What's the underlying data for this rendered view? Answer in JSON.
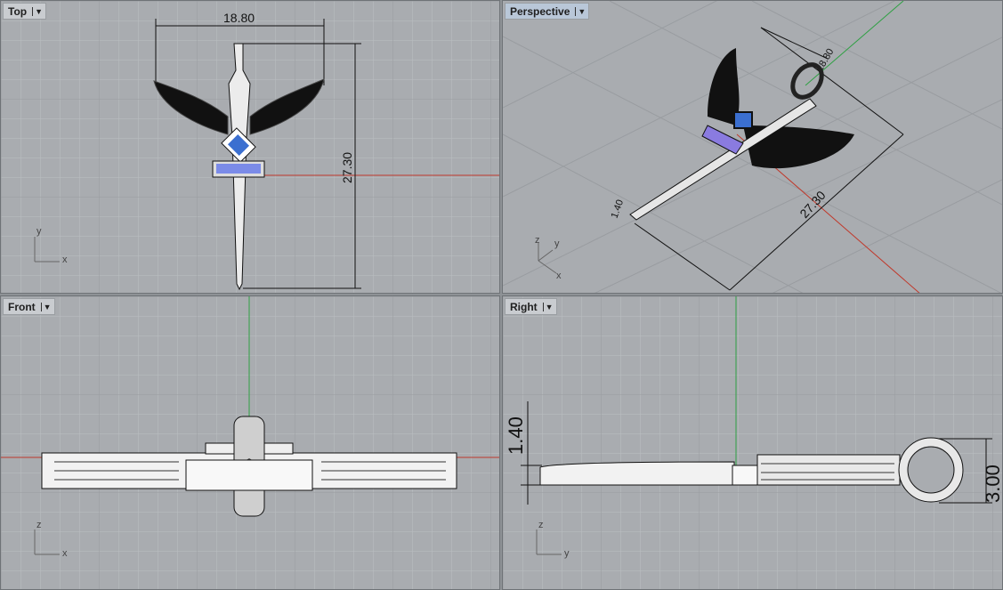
{
  "viewports": {
    "top": {
      "label": "Top",
      "dims": {
        "width": "18.80",
        "height": "27.30"
      },
      "axes": {
        "a": "y",
        "b": "x"
      }
    },
    "perspective": {
      "label": "Perspective",
      "dims": {
        "width": "18.80",
        "height": "27.30",
        "thickness": "1.40"
      },
      "axes": {
        "a": "z",
        "b": "y",
        "c": "x"
      }
    },
    "front": {
      "label": "Front",
      "axes": {
        "a": "z",
        "b": "x"
      }
    },
    "right": {
      "label": "Right",
      "dims": {
        "thickness": "1.40",
        "ring": "3.00"
      },
      "axes": {
        "a": "z",
        "b": "y"
      }
    }
  },
  "colors": {
    "background": "#a9acb0",
    "grid": "#b8bbbe",
    "x_axis": "#c0392b",
    "y_axis": "#2ea043",
    "gem": "#3b6fd0",
    "stones": "#8a7be0"
  },
  "dropdown_icon": "chevron-down-icon"
}
